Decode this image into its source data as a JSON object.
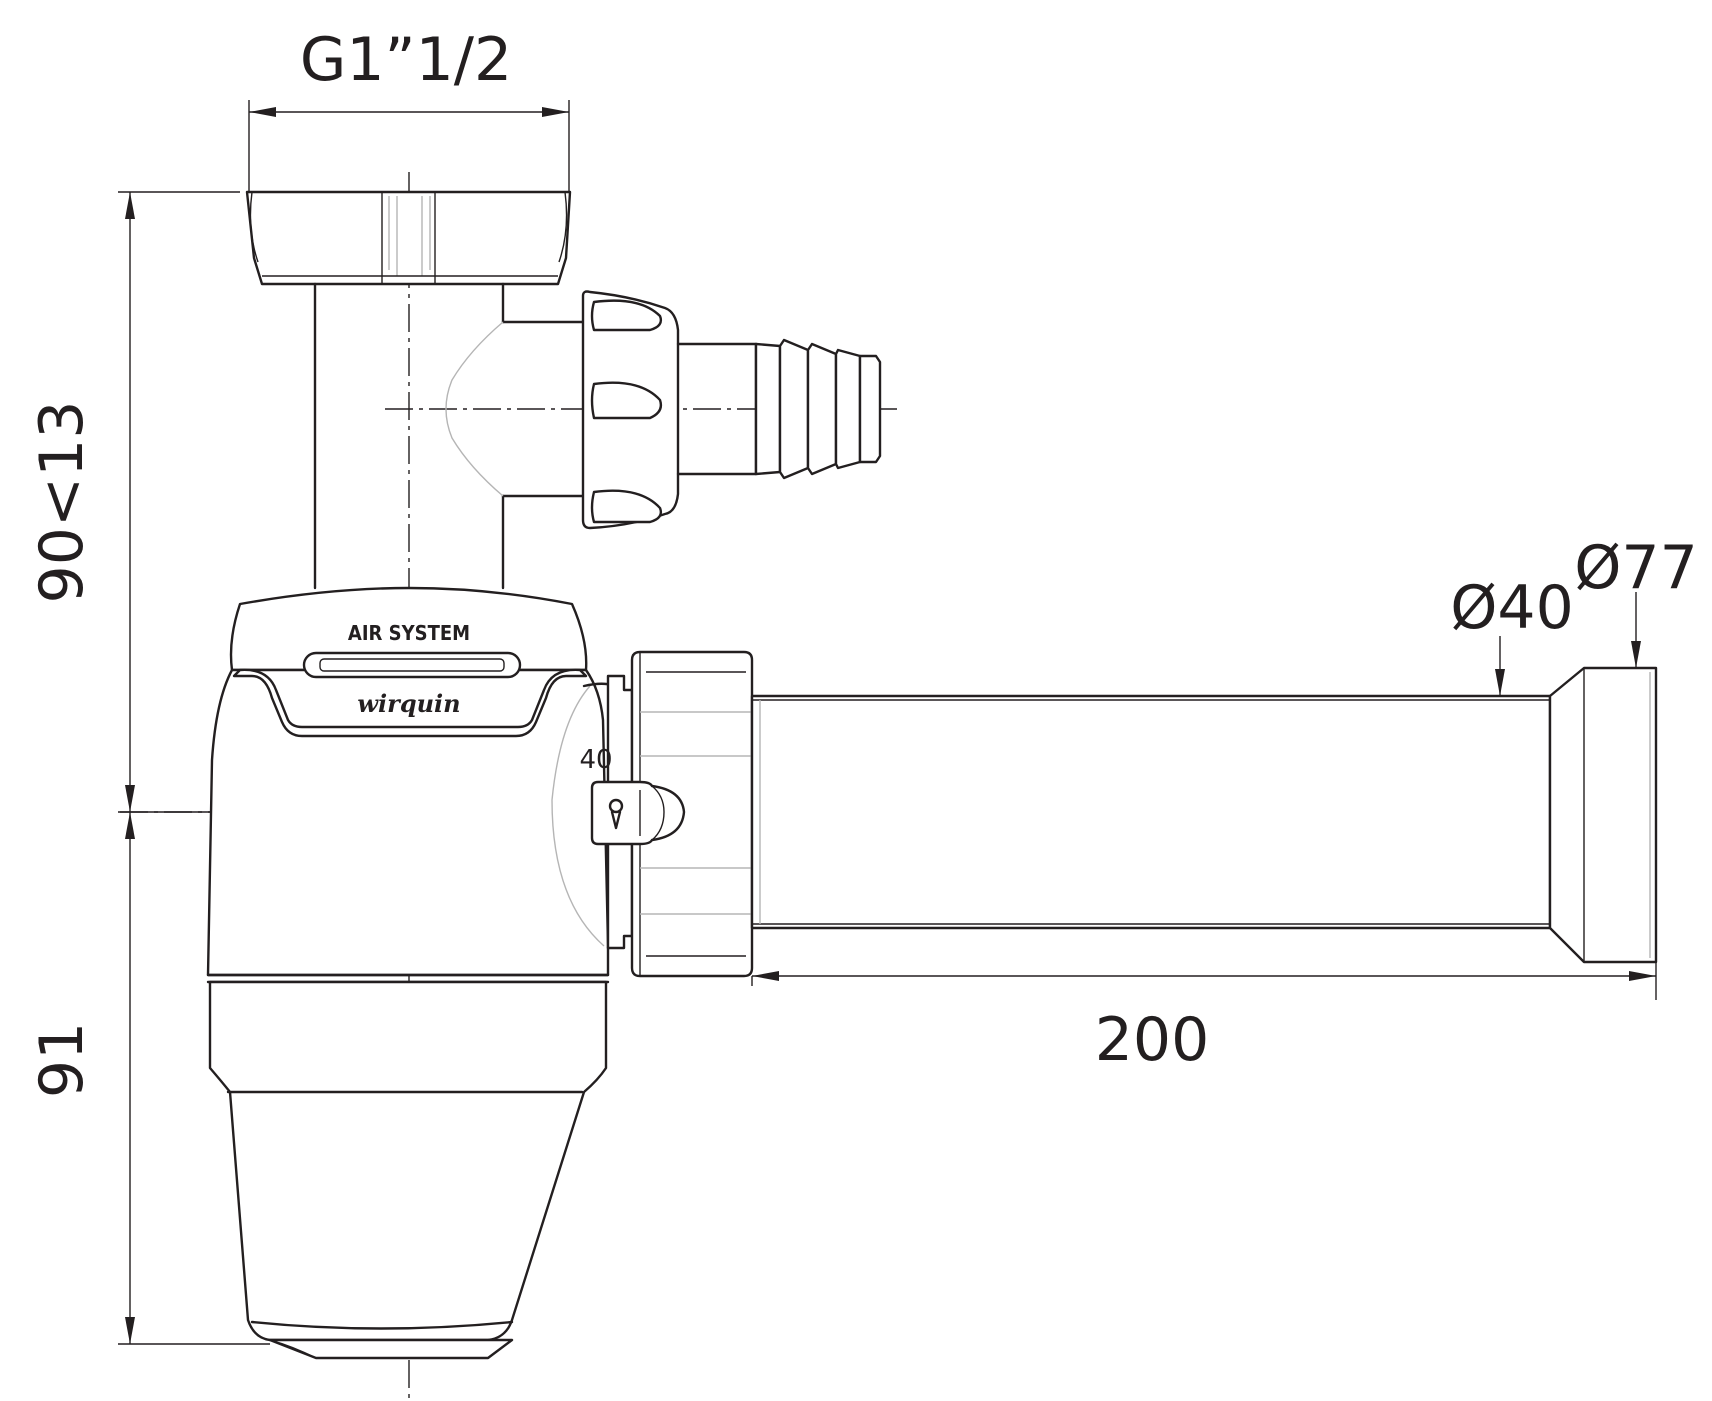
{
  "dimensions": {
    "thread": "G1”1/2",
    "height_upper": "90<13",
    "height_lower": "91",
    "length": "200",
    "outlet_diameter": "Ø40",
    "sleeve_diameter": "Ø77"
  },
  "labels": {
    "air_system": "AIR SYSTEM",
    "brand": "wirquin",
    "nut_size": "40"
  }
}
